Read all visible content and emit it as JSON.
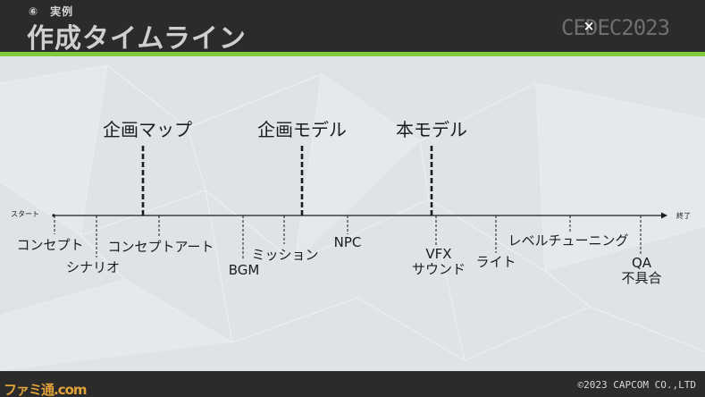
{
  "header": {
    "section_label": "⑥　実例",
    "title": "作成タイムライン",
    "logo_text": "CEDEC2023"
  },
  "timeline": {
    "start_label": "スタート",
    "end_label": "終了",
    "milestones": [
      {
        "label": "企画マップ"
      },
      {
        "label": "企画モデル"
      },
      {
        "label": "本モデル"
      }
    ],
    "tasks": [
      {
        "label": "コンセプト"
      },
      {
        "label": "シナリオ"
      },
      {
        "label": "コンセプトアート"
      },
      {
        "label": "BGM"
      },
      {
        "label": "ミッション"
      },
      {
        "label": "NPC"
      },
      {
        "label_line1": "VFX",
        "label_line2": "サウンド"
      },
      {
        "label": "ライト"
      },
      {
        "label": "レベルチューニング"
      },
      {
        "label_line1": "QA",
        "label_line2": "不具合"
      }
    ]
  },
  "footer": {
    "copyright": "©2023 CAPCOM CO.,LTD",
    "watermark": "ファミ通.com"
  },
  "colors": {
    "header_bg": "#2b2b2b",
    "accent": "#7ecb3c",
    "slide_bg": "#dde3e7",
    "text": "#1c1c1c"
  }
}
